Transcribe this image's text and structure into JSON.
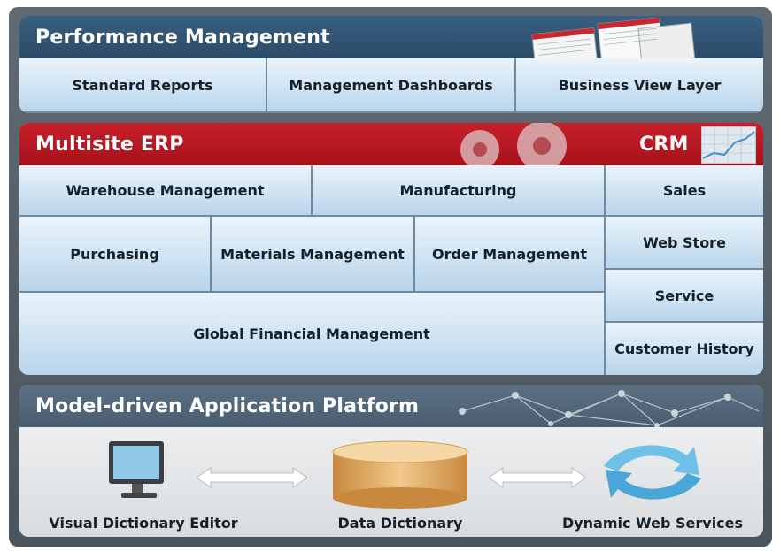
{
  "performance": {
    "title": "Performance Management",
    "items": [
      "Standard Reports",
      "Management Dashboards",
      "Business View Layer"
    ]
  },
  "erp": {
    "title": "Multisite ERP",
    "row1": [
      "Warehouse Management",
      "Manufacturing"
    ],
    "row2": [
      "Purchasing",
      "Materials Management",
      "Order Management"
    ],
    "row3": "Global Financial Management"
  },
  "crm": {
    "title": "CRM",
    "items": [
      "Sales",
      "Web Store",
      "Service",
      "Customer History"
    ]
  },
  "platform": {
    "title": "Model-driven Application Platform",
    "left_label": "Visual Dictionary Editor",
    "center_label": "Data Dictionary",
    "right_label": "Dynamic Web Services"
  },
  "icons": [
    "spreadsheet-pages-icon",
    "gear-icon",
    "chart-icon",
    "network-nodes-icon",
    "monitor-icon",
    "database-cylinder-icon",
    "double-arrow-icon",
    "refresh-arrows-icon"
  ],
  "colors": {
    "frame": "#4f5a63",
    "blue_header": "#2b4b68",
    "red_header": "#b0141d",
    "cell": "#cfe3f2"
  }
}
